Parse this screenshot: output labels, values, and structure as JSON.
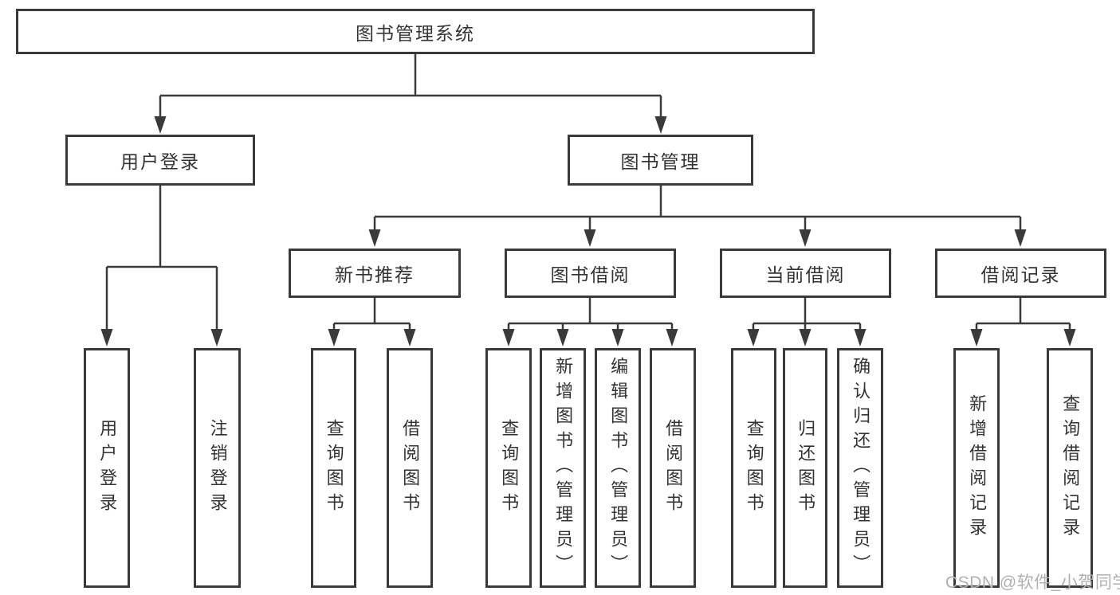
{
  "diagram": {
    "type": "hierarchy-tree",
    "colors": {
      "line": "#3a3a3a",
      "border": "#3a3a3a",
      "text": "#333333",
      "background": "#ffffff",
      "watermark": "#b0b0b0"
    },
    "watermark": "CSDN @软件_小贺同学",
    "tree": {
      "label": "图书管理系统",
      "children": [
        {
          "label": "用户登录",
          "children": [
            {
              "label": "用户登录"
            },
            {
              "label": "注销登录"
            }
          ]
        },
        {
          "label": "图书管理",
          "children": [
            {
              "label": "新书推荐",
              "children": [
                {
                  "label": "查询图书"
                },
                {
                  "label": "借阅图书"
                }
              ]
            },
            {
              "label": "图书借阅",
              "children": [
                {
                  "label": "查询图书"
                },
                {
                  "label": "新增图书（管理员）"
                },
                {
                  "label": "编辑图书（管理员）"
                },
                {
                  "label": "借阅图书"
                }
              ]
            },
            {
              "label": "当前借阅",
              "children": [
                {
                  "label": "查询图书"
                },
                {
                  "label": "归还图书"
                },
                {
                  "label": "确认归还（管理员）"
                }
              ]
            },
            {
              "label": "借阅记录",
              "children": [
                {
                  "label": "新增借阅记录"
                },
                {
                  "label": "查询借阅记录"
                }
              ]
            }
          ]
        }
      ]
    }
  }
}
